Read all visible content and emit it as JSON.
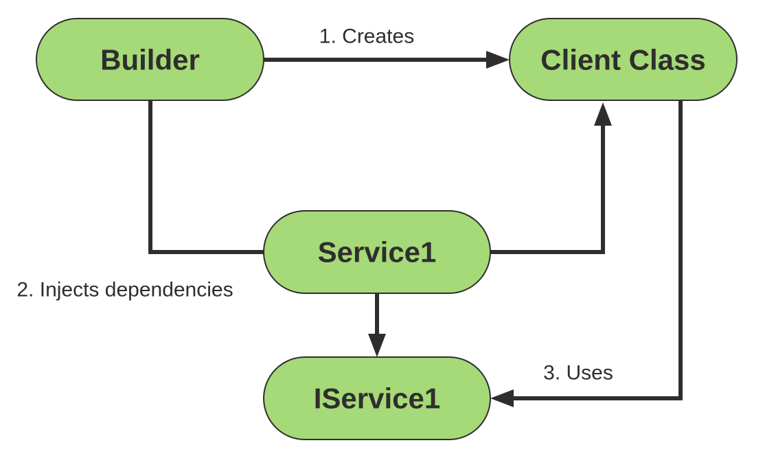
{
  "colors": {
    "node_fill": "#a6d977",
    "stroke": "#2e2e2e",
    "text": "#2e2e2e",
    "background": "#ffffff"
  },
  "nodes": {
    "builder": {
      "label": "Builder"
    },
    "client_class": {
      "label": "Client Class"
    },
    "service1": {
      "label": "Service1"
    },
    "iservice1": {
      "label": "IService1"
    }
  },
  "edges": {
    "creates": {
      "label": "1. Creates",
      "from": "Builder",
      "to": "Client Class"
    },
    "injects": {
      "label": "2. Injects dependencies",
      "from": "Builder",
      "to": "Client Class",
      "via": "Service1"
    },
    "implements": {
      "label": "",
      "from": "Service1",
      "to": "IService1"
    },
    "uses": {
      "label": "3. Uses",
      "from": "Client Class",
      "to": "IService1"
    }
  }
}
